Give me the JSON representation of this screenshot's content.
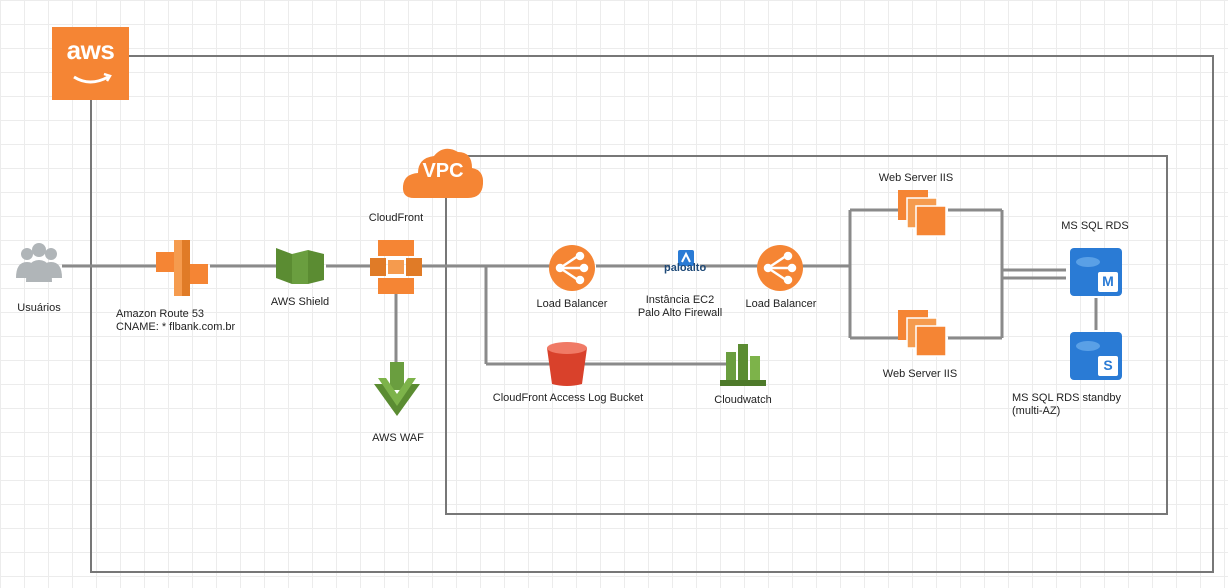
{
  "groups": {
    "aws": {
      "label": "aws",
      "color": "#f58534"
    },
    "vpc": {
      "label": "VPC",
      "color": "#f58534"
    }
  },
  "nodes": {
    "users": {
      "label": "Usuários",
      "icon": "users-icon"
    },
    "route53": {
      "label_line1": "Amazon Route 53",
      "label_line2": "CNAME: * flbank.com.br",
      "icon": "route53-icon"
    },
    "shield": {
      "label": "AWS Shield",
      "icon": "shield-icon"
    },
    "cloudfront": {
      "label": "CloudFront",
      "icon": "cloudfront-icon"
    },
    "waf": {
      "label": "AWS WAF",
      "icon": "waf-icon"
    },
    "lb1": {
      "label": "Load Balancer",
      "icon": "load-balancer-icon"
    },
    "paloalto": {
      "brand": "paloalto",
      "label_line1": "Instância EC2",
      "label_line2": "Palo Alto Firewall",
      "icon": "paloalto-logo"
    },
    "lb2": {
      "label": "Load Balancer",
      "icon": "load-balancer-icon"
    },
    "web1": {
      "label": "Web Server IIS",
      "icon": "ec2-instances-icon"
    },
    "web2": {
      "label": "Web Server IIS",
      "icon": "ec2-instances-icon"
    },
    "rds": {
      "label": "MS SQL RDS",
      "badge": "M",
      "icon": "rds-master-icon"
    },
    "rds_standby": {
      "label_line1": "MS SQL RDS standby",
      "label_line2": "(multi-AZ)",
      "badge": "S",
      "icon": "rds-standby-icon"
    },
    "s3": {
      "label": "CloudFront Access Log Bucket",
      "icon": "s3-bucket-icon"
    },
    "cloudwatch": {
      "label": "Cloudwatch",
      "icon": "cloudwatch-icon"
    }
  },
  "colors": {
    "orange": "#f58534",
    "green": "#6a9e3f",
    "blue": "#2a7bd5",
    "red": "#d9412b",
    "gray": "#b0b5b8",
    "line": "#777777"
  }
}
